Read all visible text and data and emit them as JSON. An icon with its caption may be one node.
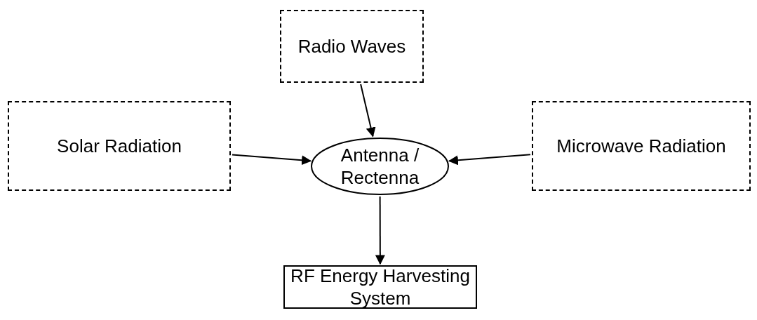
{
  "diagram": {
    "nodes": [
      {
        "text": [
          "Radio Waves"
        ]
      },
      {
        "text": [
          "Solar Radiation"
        ]
      },
      {
        "text": [
          "Microwave Radiation"
        ]
      },
      {
        "text": [
          "Antenna / Rectenna"
        ]
      },
      {
        "text": [
          "RF Energy Harvesting System"
        ]
      }
    ],
    "edges": [
      {
        "from": 0,
        "to": 3,
        "arrow": "to"
      },
      {
        "from": 1,
        "to": 3,
        "arrow": "to"
      },
      {
        "from": 2,
        "to": 3,
        "arrow": "to"
      },
      {
        "from": 3,
        "to": 4,
        "arrow": "to"
      }
    ]
  }
}
